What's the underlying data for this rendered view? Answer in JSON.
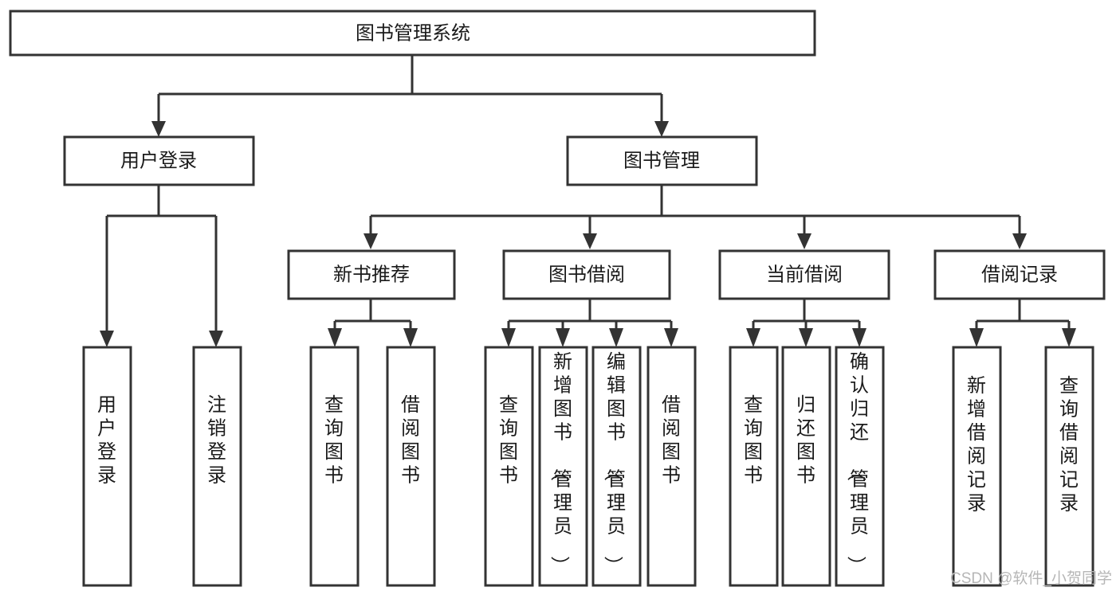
{
  "diagram": {
    "title": "图书管理系统",
    "type": "tree-hierarchy",
    "watermark": "CSDN @软件_小贺同学",
    "colors": {
      "box_stroke": "#333333",
      "box_fill": "#ffffff",
      "text": "#1a1a1a",
      "background": "#ffffff",
      "watermark": "#b6b6b6"
    },
    "root": {
      "label": "图书管理系统"
    },
    "level2": [
      {
        "label": "用户登录"
      },
      {
        "label": "图书管理"
      }
    ],
    "level3": [
      {
        "label": "新书推荐"
      },
      {
        "label": "图书借阅"
      },
      {
        "label": "当前借阅"
      },
      {
        "label": "借阅记录"
      }
    ],
    "leaves": {
      "user_login": [
        {
          "label": "用户登录"
        },
        {
          "label": "注销登录"
        }
      ],
      "new_book_recommend": [
        {
          "label": "查询图书"
        },
        {
          "label": "借阅图书"
        }
      ],
      "book_borrow": [
        {
          "label": "查询图书"
        },
        {
          "label": "新增图书（管理员）"
        },
        {
          "label": "编辑图书（管理员）"
        },
        {
          "label": "借阅图书"
        }
      ],
      "current_borrow": [
        {
          "label": "查询图书"
        },
        {
          "label": "归还图书"
        },
        {
          "label": "确认归还（管理员）"
        }
      ],
      "borrow_record": [
        {
          "label": "新增借阅记录"
        },
        {
          "label": "查询借阅记录"
        }
      ]
    }
  }
}
